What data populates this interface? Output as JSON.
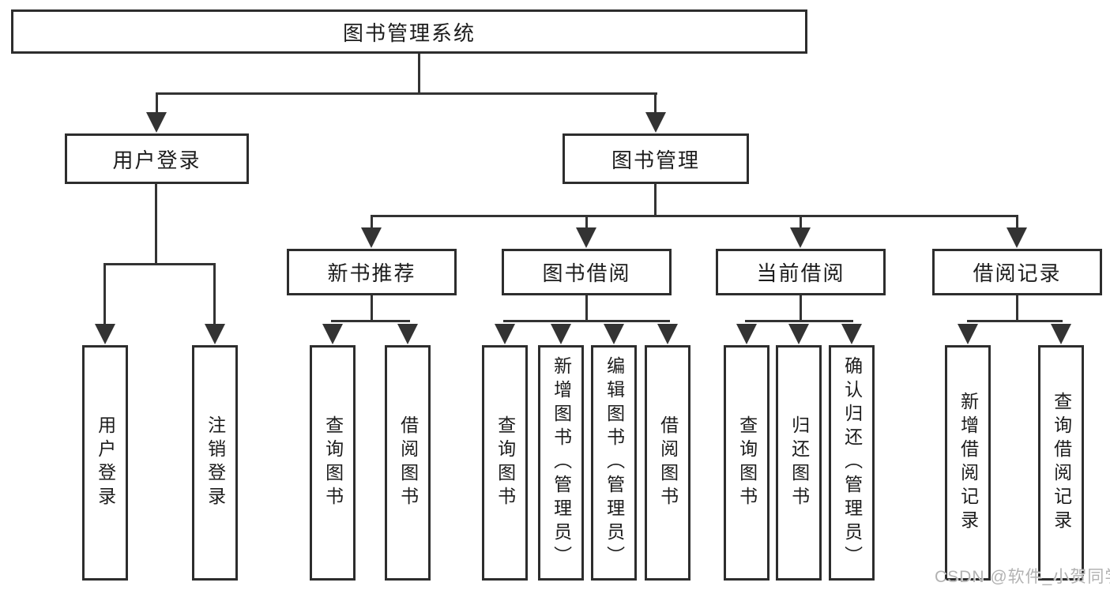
{
  "colors": {
    "line": "#333333",
    "border": "#2d2d2d",
    "text": "#1c1c1c",
    "watermark": "#b2b2b2",
    "background": "#ffffff"
  },
  "watermark": {
    "text": "CSDN @软件_小贺同学"
  },
  "tree": {
    "root": {
      "label": "图书管理系统"
    },
    "branches": [
      {
        "label": "用户登录",
        "children": [
          {
            "label": "用户登录"
          },
          {
            "label": "注销登录"
          }
        ]
      },
      {
        "label": "图书管理",
        "children": [
          {
            "label": "新书推荐",
            "children": [
              {
                "label": "查询图书"
              },
              {
                "label": "借阅图书"
              }
            ]
          },
          {
            "label": "图书借阅",
            "children": [
              {
                "label": "查询图书"
              },
              {
                "label": "新增图书（管理员）"
              },
              {
                "label": "编辑图书（管理员）"
              },
              {
                "label": "借阅图书"
              }
            ]
          },
          {
            "label": "当前借阅",
            "children": [
              {
                "label": "查询图书"
              },
              {
                "label": "归还图书"
              },
              {
                "label": "确认归还（管理员）"
              }
            ]
          },
          {
            "label": "借阅记录",
            "children": [
              {
                "label": "新增借阅记录"
              },
              {
                "label": "查询借阅记录"
              }
            ]
          }
        ]
      }
    ]
  }
}
